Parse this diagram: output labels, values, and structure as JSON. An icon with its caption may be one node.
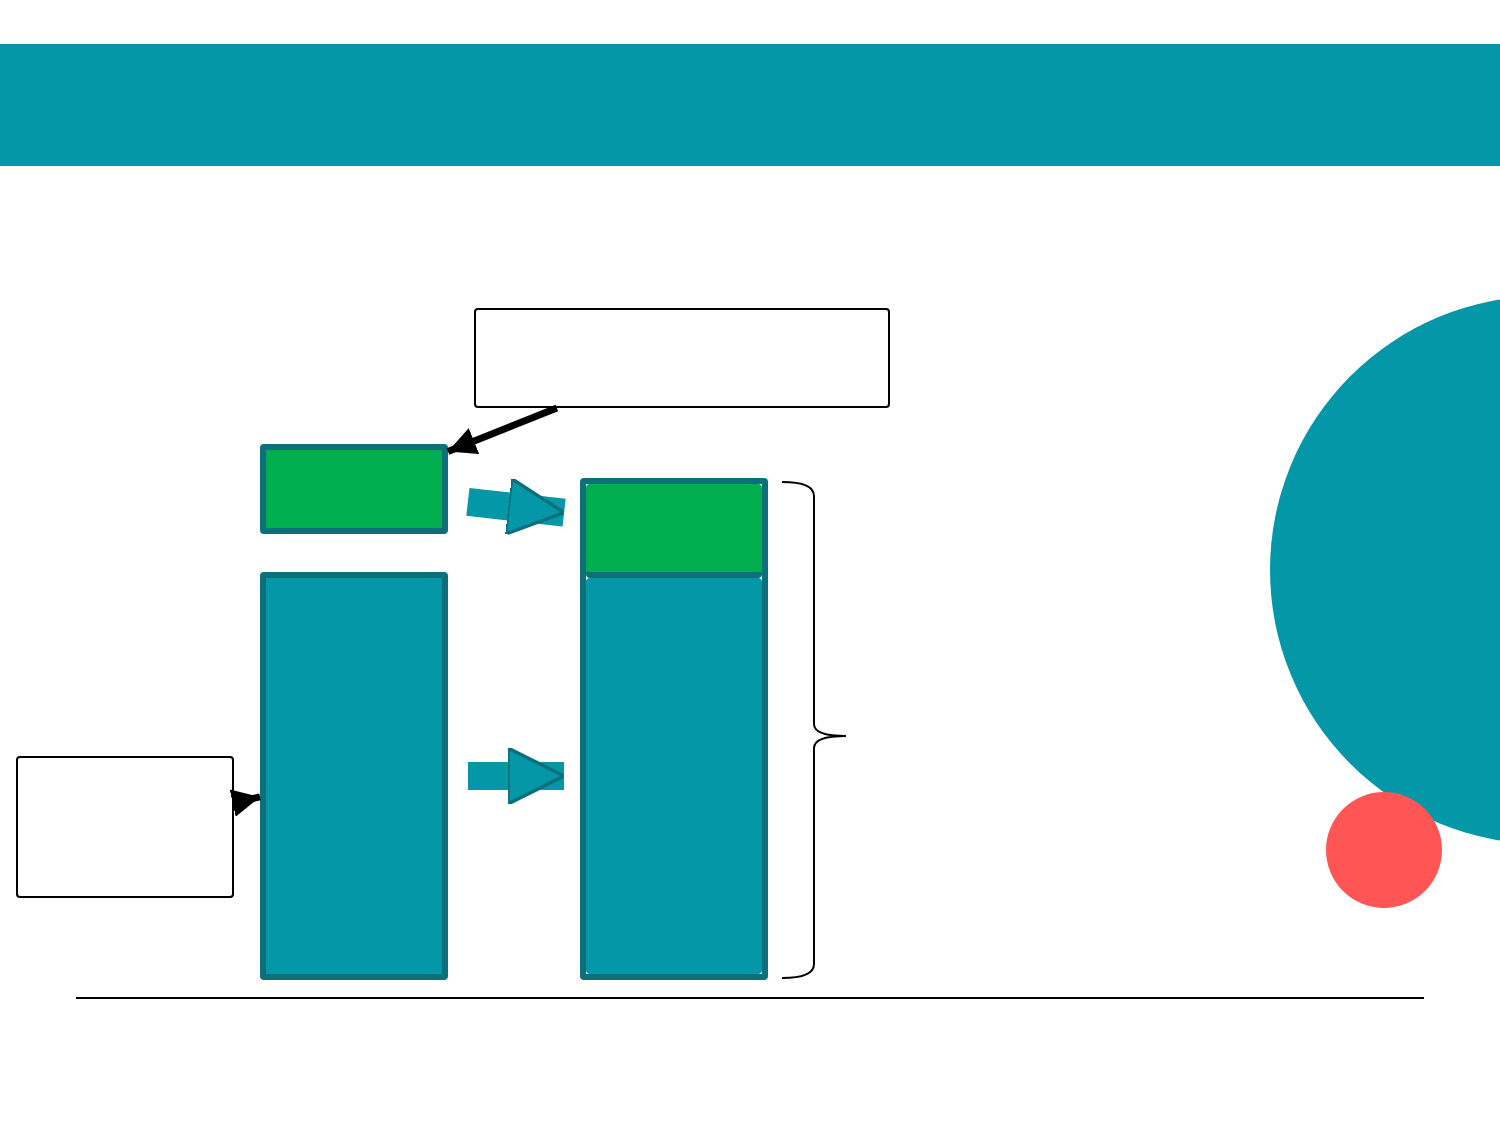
{
  "diagram": {
    "nodes": [
      {
        "text": [],
        "shape": "box"
      },
      {
        "text": [],
        "shape": "box"
      },
      {
        "text": [],
        "shape": "box"
      },
      {
        "text": [],
        "shape": "box",
        "in": 2
      },
      {
        "text": [],
        "shape": "box"
      },
      {
        "text": [],
        "shape": "box",
        "in": 2
      },
      {
        "text": [],
        "shape": "box"
      }
    ],
    "edges": [
      {
        "from": 0,
        "to": 1,
        "arrow": "to"
      },
      {
        "from": 6,
        "to": 4,
        "arrow": "to"
      },
      {
        "from": 1,
        "to": 3,
        "arrow": "to",
        "style": "thick",
        "color": "#0397a7"
      },
      {
        "from": 4,
        "to": 5,
        "arrow": "to",
        "style": "thick",
        "color": "#0397a7"
      }
    ]
  }
}
